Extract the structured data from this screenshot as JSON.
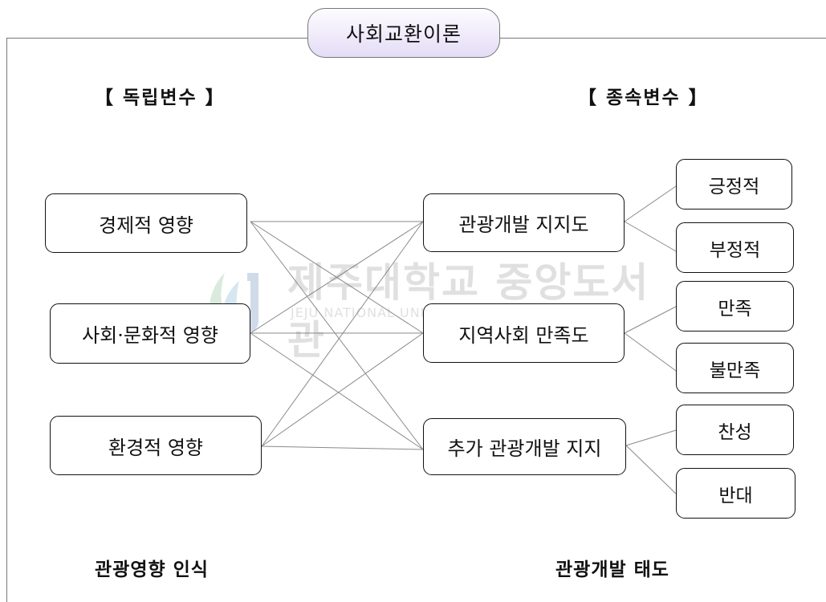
{
  "theory_label": "사회교환이론",
  "independent": {
    "heading": "【 독립변수 】",
    "items": [
      "경제적 영향",
      "사회·문화적 영향",
      "환경적 영향"
    ],
    "footer": "관광영향 인식"
  },
  "dependent": {
    "heading": "【 종속변수 】",
    "items": [
      {
        "label": "관광개발 지지도",
        "outcomes": [
          "긍정적",
          "부정적"
        ]
      },
      {
        "label": "지역사회 만족도",
        "outcomes": [
          "만족",
          "불만족"
        ]
      },
      {
        "label": "추가 관광개발 지지",
        "outcomes": [
          "찬성",
          "반대"
        ]
      }
    ],
    "footer": "관광개발 태도"
  },
  "watermark": {
    "korean": "제주대학교 중앙도서관",
    "english": "JEJU NATIONAL UNIVERSITY LIBRARY",
    "logo_text": "JEJU"
  }
}
